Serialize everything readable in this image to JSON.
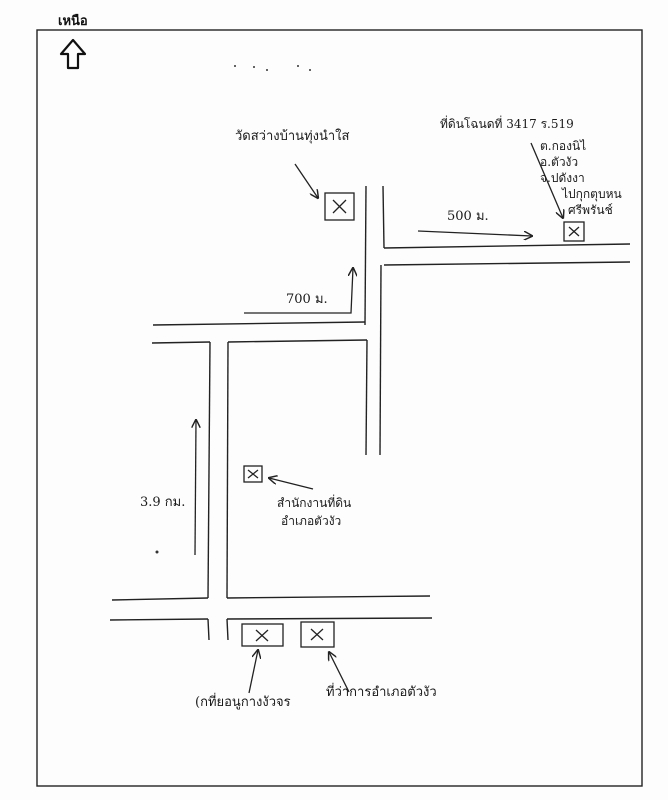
{
  "north": {
    "label": "เหนือ",
    "icon": "north-arrow-icon"
  },
  "landmarks": {
    "temple": {
      "label": "วัดสว่างบ้านทุ่งนำใส"
    },
    "target_land": {
      "lines": [
        "ที่ดินโฉนดที่ 3417 ร.519",
        "ต.กองนิไ",
        "อ.ตัวงัว",
        "จ.ปดังงา",
        "ไปกุกตุบหน",
        "ศรีพรันช์"
      ]
    },
    "land_office": {
      "lines": [
        "สำนักงานที่ดิน",
        "อำเภอตัวงัว"
      ]
    },
    "bottom_left": {
      "label": "(กที่ยอนูกางงัวจร"
    },
    "bottom_right": {
      "label": "ที่ว่าการอำเภอตัวงัว"
    }
  },
  "distances": {
    "d500": "500 ม.",
    "d700": "700 ม.",
    "d39": "3.9 กม."
  }
}
